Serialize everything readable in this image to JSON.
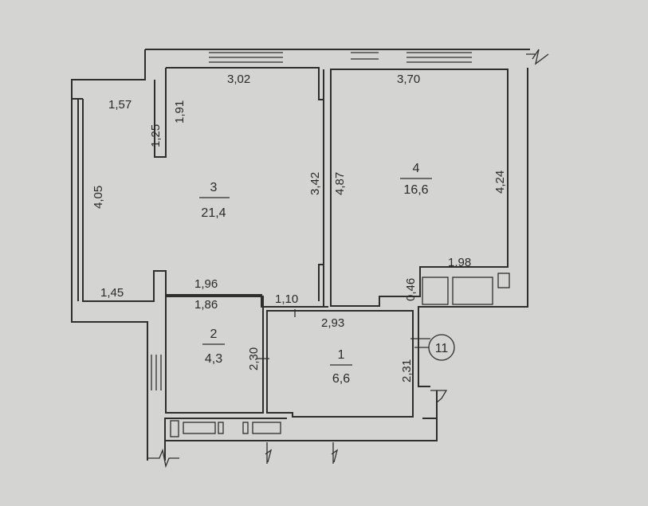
{
  "rooms": [
    {
      "number": "1",
      "area": "6,6"
    },
    {
      "number": "2",
      "area": "4,3"
    },
    {
      "number": "3",
      "area": "21,4"
    },
    {
      "number": "4",
      "area": "16,6"
    }
  ],
  "dimensions": {
    "d302": "3,02",
    "d370": "3,70",
    "d157": "1,57",
    "d125": "1,25",
    "d191": "1,91",
    "d405": "4,05",
    "d342": "3,42",
    "d487": "4,87",
    "d424": "4,24",
    "d046": "0,46",
    "d198": "1,98",
    "d145": "1,45",
    "d196": "1,96",
    "d186": "1,86",
    "d110": "1,10",
    "d293": "2,93",
    "d230": "2,30",
    "d231": "2,31"
  },
  "axis_marker": "11",
  "colors": {
    "background": "#d4d4d2",
    "lines": "#2e2e2e"
  }
}
